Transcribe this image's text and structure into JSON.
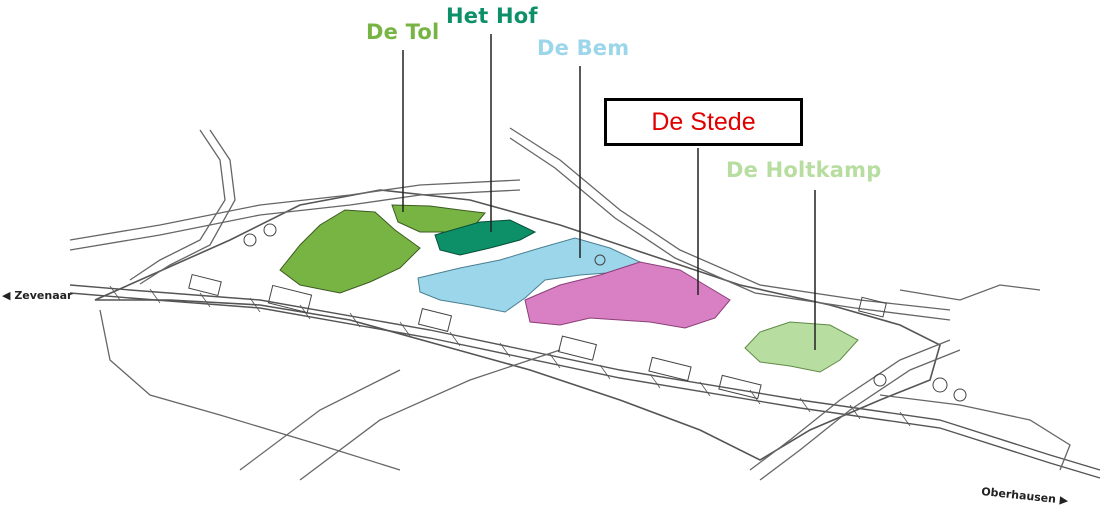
{
  "zones": [
    {
      "id": "de-tol",
      "name": "De Tol",
      "color": "#78b443"
    },
    {
      "id": "het-hof",
      "name": "Het Hof",
      "color": "#0d9068"
    },
    {
      "id": "de-bem",
      "name": "De Bem",
      "color": "#9cd6ea"
    },
    {
      "id": "de-stede",
      "name": "De Stede",
      "color": "#d97fc3",
      "label_color": "#e00000",
      "highlighted": true
    },
    {
      "id": "de-holtkamp",
      "name": "De Holtkamp",
      "color": "#b7dda0"
    }
  ],
  "directions": {
    "west": {
      "arrow": "◀",
      "name": "Zevenaar"
    },
    "east": {
      "arrow": "▶",
      "name": "Oberhausen"
    }
  },
  "colors": {
    "line": "#555555",
    "leader": "#222222",
    "background": "#ffffff"
  }
}
